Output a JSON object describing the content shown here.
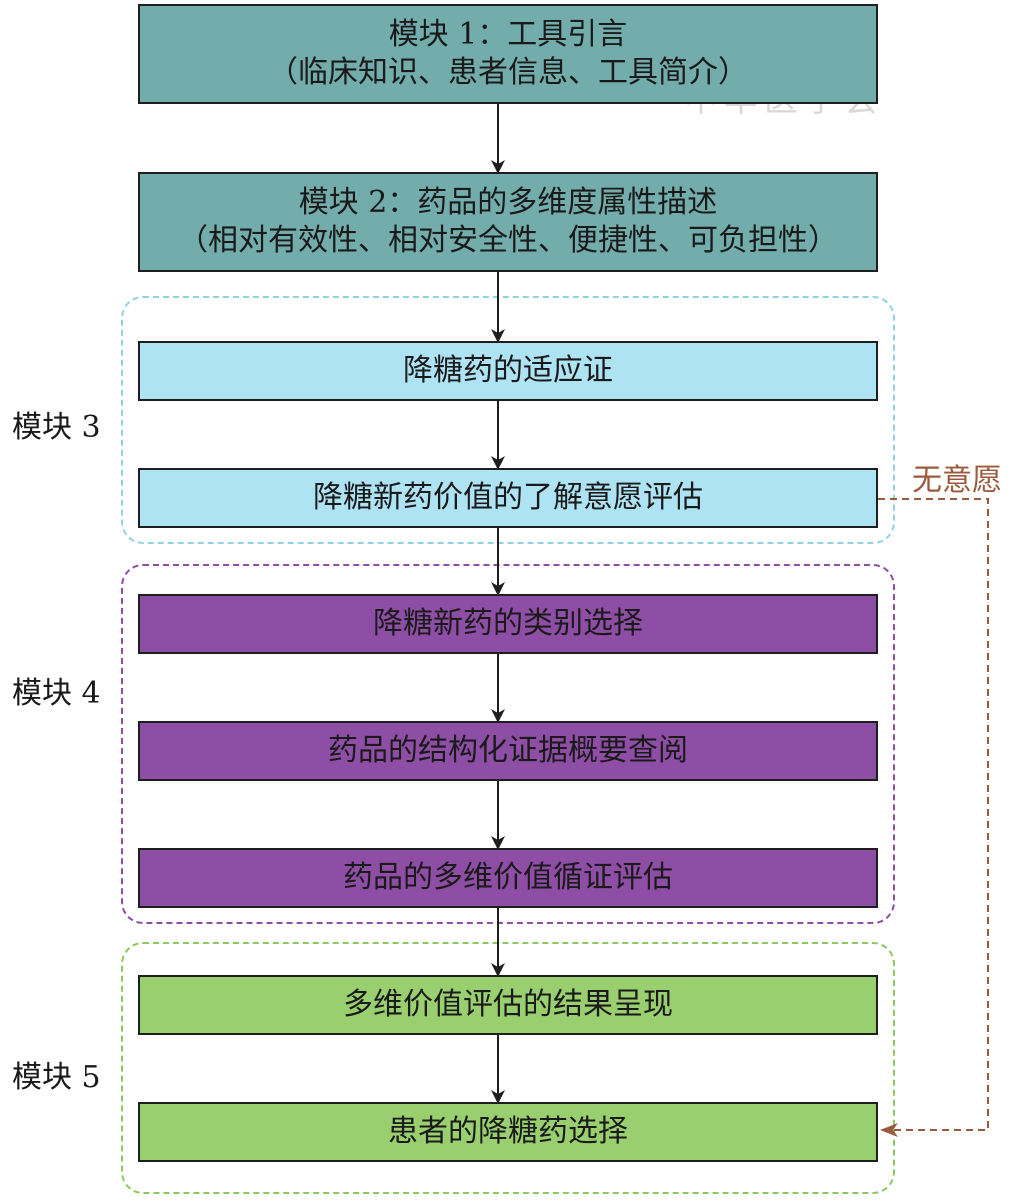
{
  "modules": {
    "m1": {
      "line1": "模块 1：工具引言",
      "line2": "（临床知识、患者信息、工具简介）"
    },
    "m2": {
      "line1": "模块 2：药品的多维度属性描述",
      "line2": "（相对有效性、相对安全性、便捷性、可负担性）"
    },
    "m3_label": "模块 3",
    "m4_label": "模块 4",
    "m5_label": "模块 5"
  },
  "steps": {
    "s1": "降糖药的适应证",
    "s2": "降糖新药价值的了解意愿评估",
    "s3": "降糖新药的类别选择",
    "s4": "药品的结构化证据概要查阅",
    "s5": "药品的多维价值循证评估",
    "s6": "多维价值评估的结果呈现",
    "s7": "患者的降糖药选择"
  },
  "branch_label": "无意愿",
  "watermark": "中华医学会",
  "colors": {
    "module_teal": "#72adac",
    "step_cyan": "#aee3f3",
    "step_purple": "#8e4ea5",
    "step_green": "#99cf6e",
    "group3_border": "#8fd3e3",
    "group4_border": "#8e4ea5",
    "group5_border": "#8cc860",
    "branch_arrow": "#9b5a3c"
  }
}
